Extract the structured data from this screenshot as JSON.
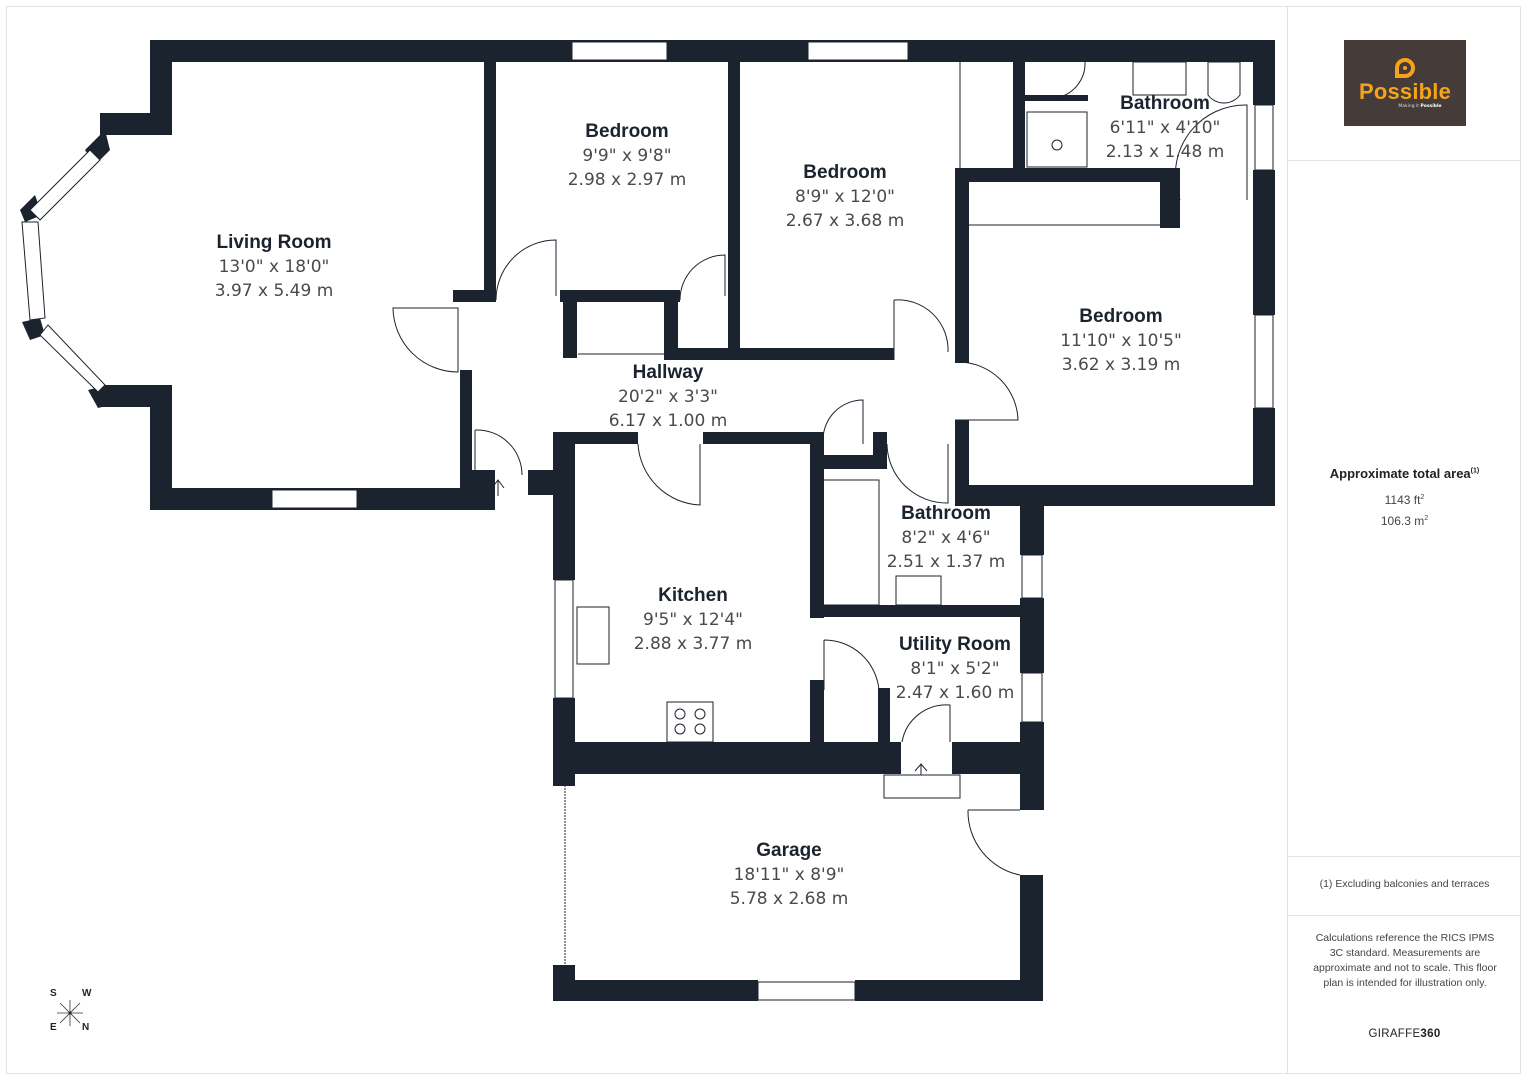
{
  "colors": {
    "wall": "#1b232e",
    "logo_bg": "#453b39",
    "logo_accent": "#f5a31a",
    "border": "#e2e2e2"
  },
  "rooms": [
    {
      "name": "Living Room",
      "imperial": "13'0\" x 18'0\"",
      "metric": "3.97 x 5.49 m"
    },
    {
      "name": "Bedroom",
      "imperial": "9'9\" x 9'8\"",
      "metric": "2.98 x 2.97 m"
    },
    {
      "name": "Bedroom",
      "imperial": "8'9\" x 12'0\"",
      "metric": "2.67 x 3.68 m"
    },
    {
      "name": "Bathroom",
      "imperial": "6'11\" x 4'10\"",
      "metric": "2.13 x 1.48 m"
    },
    {
      "name": "Bedroom",
      "imperial": "11'10\" x 10'5\"",
      "metric": "3.62 x 3.19 m"
    },
    {
      "name": "Hallway",
      "imperial": "20'2\" x 3'3\"",
      "metric": "6.17 x 1.00 m"
    },
    {
      "name": "Kitchen",
      "imperial": "9'5\" x 12'4\"",
      "metric": "2.88 x 3.77 m"
    },
    {
      "name": "Bathroom",
      "imperial": "8'2\" x 4'6\"",
      "metric": "2.51 x 1.37 m"
    },
    {
      "name": "Utility Room",
      "imperial": "8'1\" x 5'2\"",
      "metric": "2.47 x 1.60 m"
    },
    {
      "name": "Garage",
      "imperial": "18'11\" x 8'9\"",
      "metric": "5.78 x 2.68 m"
    }
  ],
  "compass": {
    "s": "S",
    "w": "W",
    "e": "E",
    "n": "N"
  },
  "sidebar": {
    "logo": {
      "name": "Possible",
      "tagline_prefix": "Making it",
      "tagline_bold": "Possible"
    },
    "area_title": "Approximate total area",
    "area_footnote_mark": "(1)",
    "area_ft": "1143 ft",
    "area_m": "106.3 m",
    "sq": "2",
    "footnote": "(1) Excluding balconies and terraces",
    "disclaimer": "Calculations reference the RICS IPMS 3C standard. Measurements are approximate and not to scale. This floor plan is intended for illustration only.",
    "brand_prefix": "GIRAFFE",
    "brand_suffix": "360"
  }
}
